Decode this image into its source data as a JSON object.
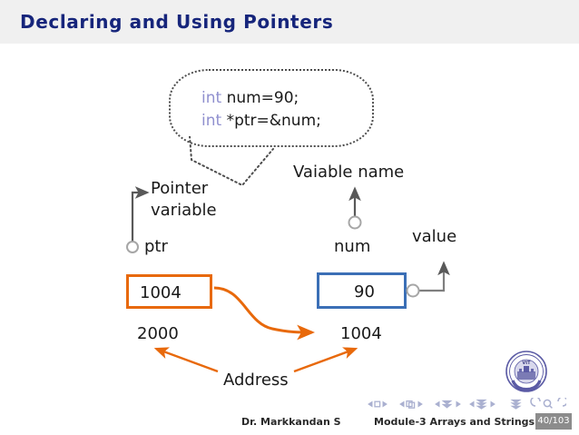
{
  "slide": {
    "title": "Declaring and Using Pointers",
    "title_color": "#16257b",
    "header_bg": "#f0f0f0"
  },
  "code_bubble": {
    "line1_keyword": "int",
    "line1_rest": " num=90;",
    "line2_keyword": "int",
    "line2_rest": " *ptr=&num;",
    "keyword_color": "#9090cf",
    "text_color": "#1a1a1a",
    "border_style": "dotted"
  },
  "diagram": {
    "labels": {
      "pointer_variable": "Pointer\nvariable",
      "pointer_variable_line1": "Pointer",
      "pointer_variable_line2": "variable",
      "ptr": "ptr",
      "vaiable_name": "Vaiable name",
      "num": "num",
      "value": "value",
      "address": "Address",
      "address_left": "2000",
      "address_right": "1004"
    },
    "boxes": [
      {
        "name": "ptr-box",
        "value": "1004",
        "border_color": "#e8690b",
        "address": "2000"
      },
      {
        "name": "num-box",
        "value": "90",
        "border_color": "#3b6fb6",
        "address": "1004"
      }
    ],
    "accent_orange": "#e8690b",
    "accent_blue": "#3b6fb6",
    "connector_gray": "#595959"
  },
  "logo": {
    "name": "vit-university-logo",
    "initials": "VIT",
    "color": "#5b5ba5"
  },
  "footer": {
    "author": "Dr. Markkandan S",
    "module": "Module-3  Arrays and Strings",
    "page": "40/103",
    "page_bg": "#8c8c8c"
  },
  "nav_symbols": {
    "items": [
      "slide-first-icon",
      "slide-prev-icon",
      "frame-prev-icon",
      "frame-next-icon",
      "slide-next-icon",
      "slide-last-icon",
      "back-icon",
      "search-icon",
      "forward-icon"
    ]
  }
}
